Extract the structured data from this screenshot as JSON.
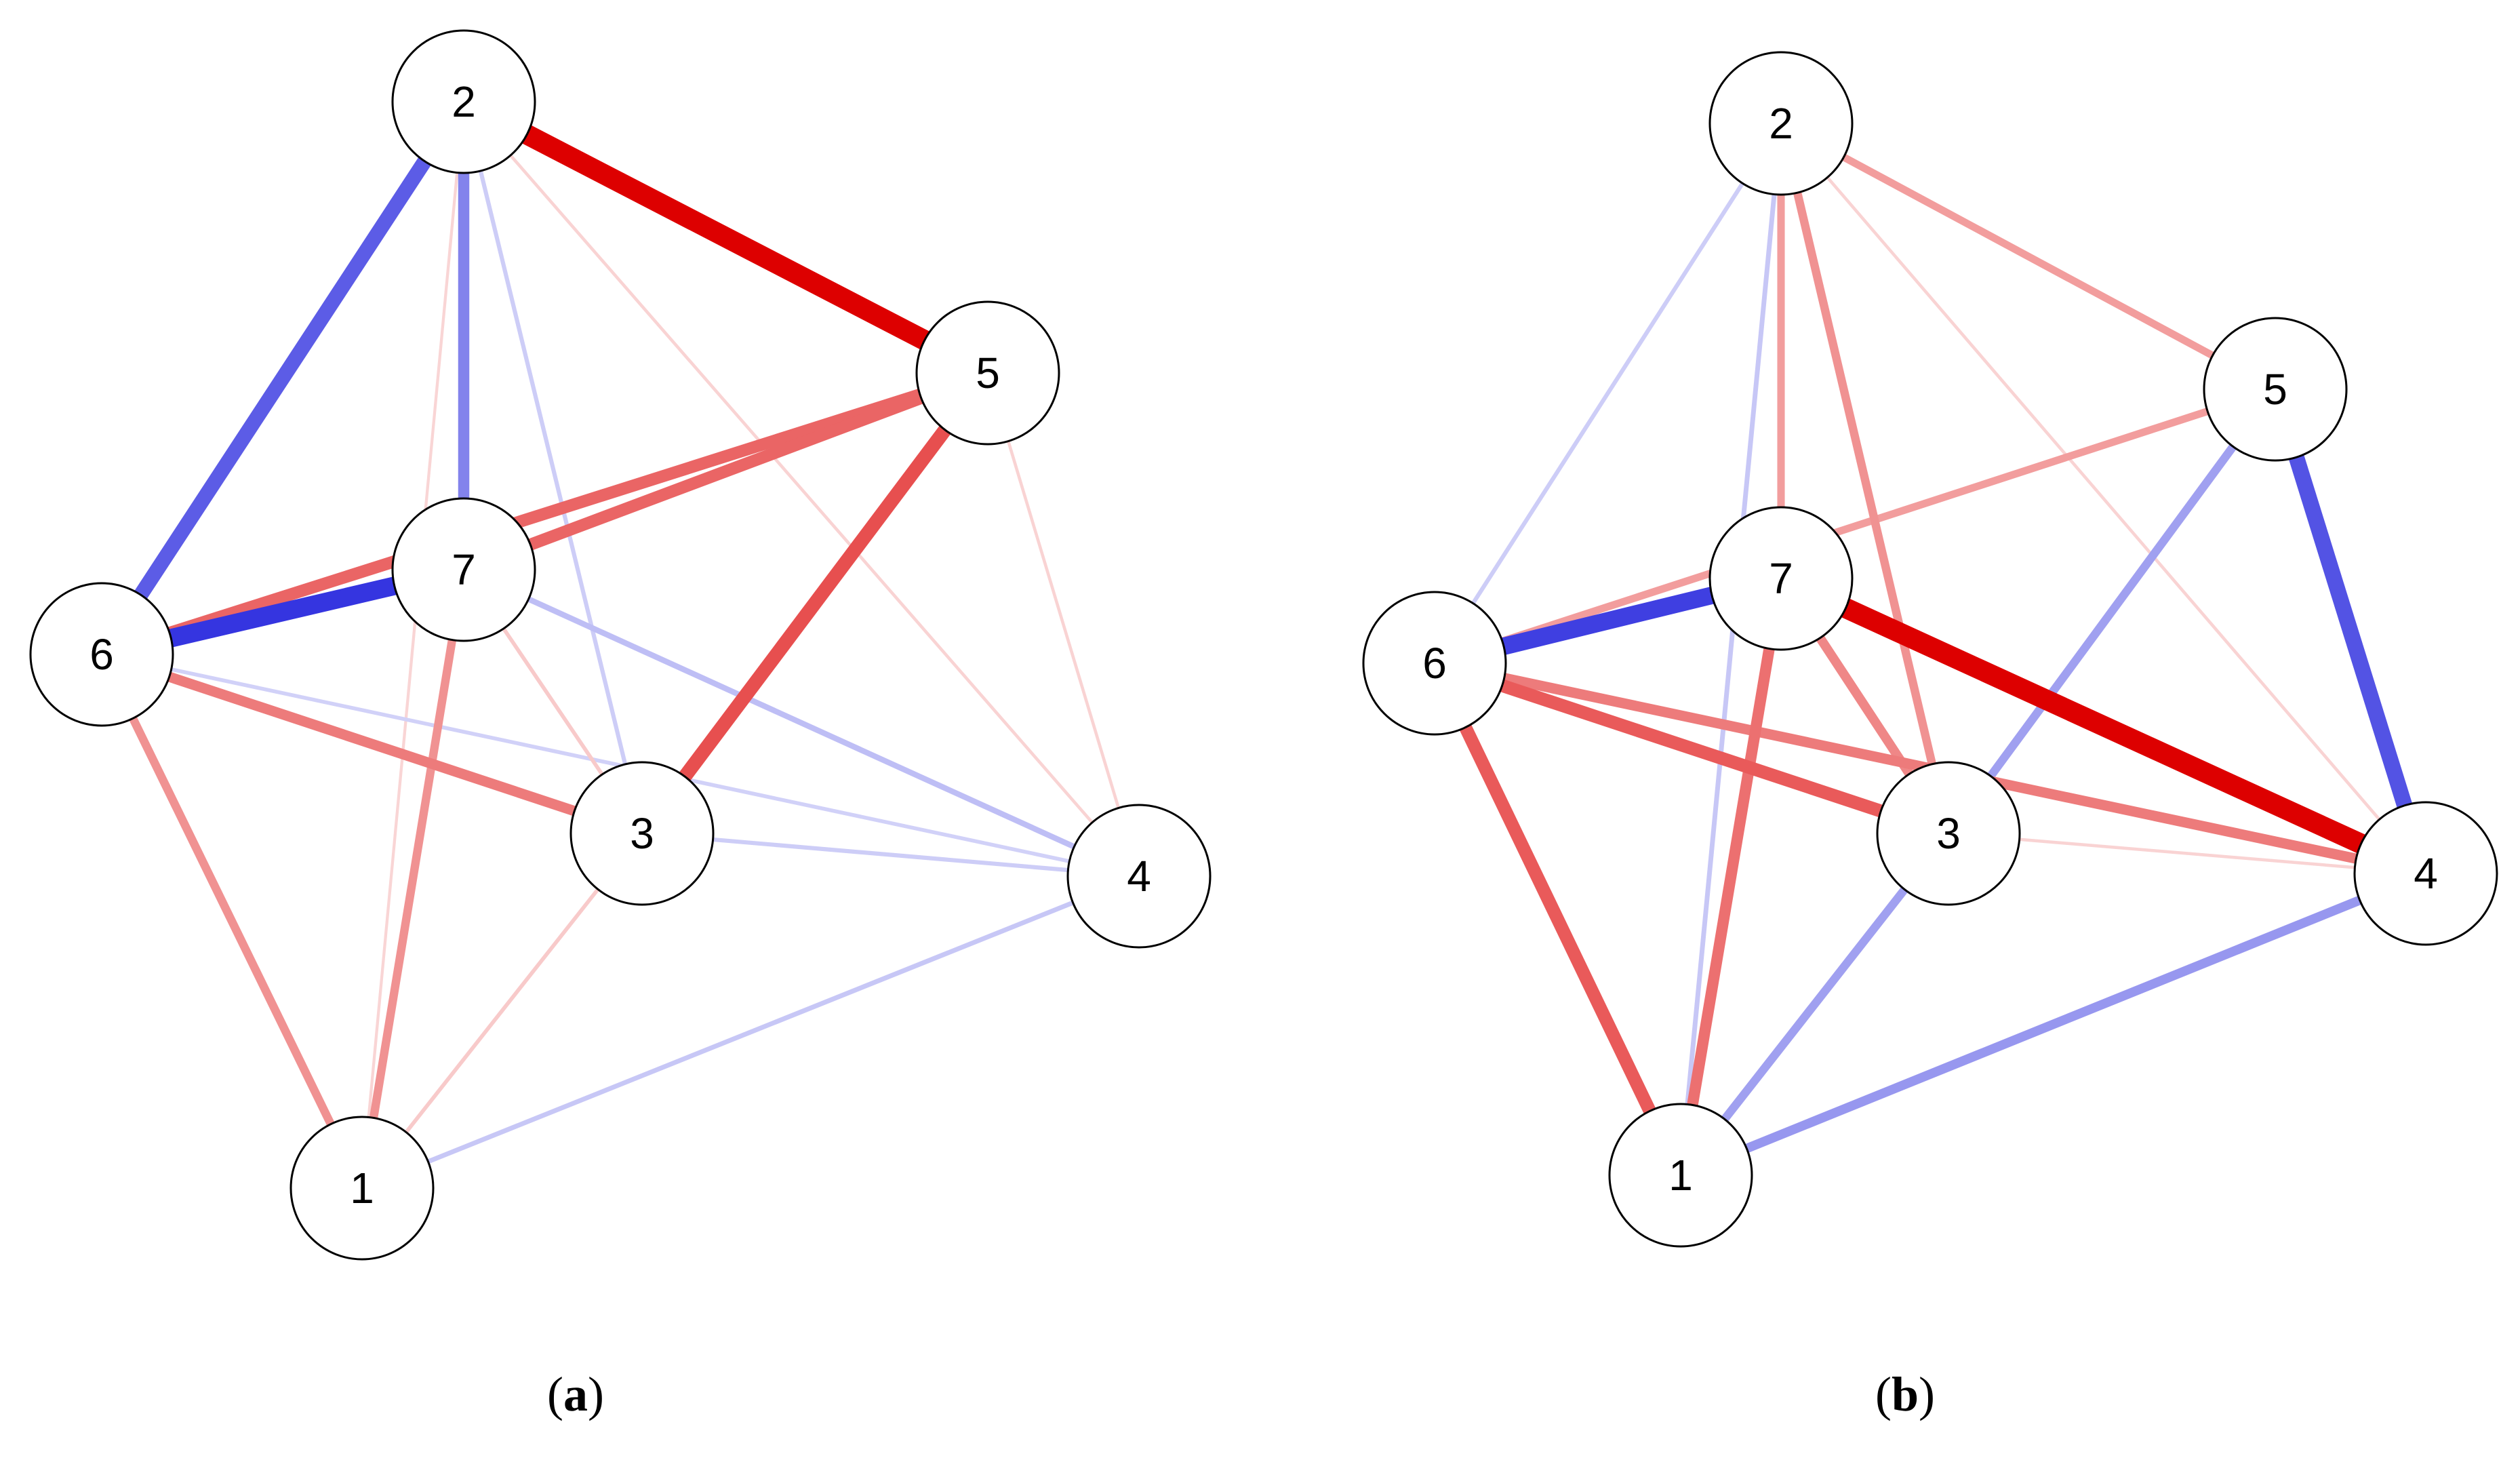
{
  "colors": {
    "positive": "#dd0000",
    "negative": "#2222dd",
    "node_fill": "#ffffff",
    "node_stroke": "#000000"
  },
  "panels": [
    {
      "id": "a",
      "caption_open": "(",
      "caption_letter": "a",
      "caption_close": ")",
      "nodes": [
        "1",
        "2",
        "3",
        "4",
        "5",
        "6",
        "7"
      ],
      "edges": [
        {
          "from": "2",
          "to": "5",
          "sign": "positive",
          "weight": 1.0
        },
        {
          "from": "2",
          "to": "6",
          "sign": "negative",
          "weight": 0.7
        },
        {
          "from": "2",
          "to": "7",
          "sign": "negative",
          "weight": 0.5
        },
        {
          "from": "2",
          "to": "3",
          "sign": "negative",
          "weight": 0.12
        },
        {
          "from": "2",
          "to": "4",
          "sign": "positive",
          "weight": 0.06
        },
        {
          "from": "6",
          "to": "7",
          "sign": "negative",
          "weight": 0.9
        },
        {
          "from": "6",
          "to": "5",
          "sign": "positive",
          "weight": 0.55
        },
        {
          "from": "7",
          "to": "5",
          "sign": "positive",
          "weight": 0.55
        },
        {
          "from": "5",
          "to": "3",
          "sign": "positive",
          "weight": 0.65
        },
        {
          "from": "5",
          "to": "4",
          "sign": "positive",
          "weight": 0.06
        },
        {
          "from": "6",
          "to": "3",
          "sign": "positive",
          "weight": 0.45
        },
        {
          "from": "6",
          "to": "1",
          "sign": "positive",
          "weight": 0.35
        },
        {
          "from": "6",
          "to": "4",
          "sign": "negative",
          "weight": 0.1
        },
        {
          "from": "7",
          "to": "1",
          "sign": "positive",
          "weight": 0.35
        },
        {
          "from": "7",
          "to": "4",
          "sign": "negative",
          "weight": 0.2
        },
        {
          "from": "7",
          "to": "3",
          "sign": "positive",
          "weight": 0.1
        },
        {
          "from": "3",
          "to": "4",
          "sign": "negative",
          "weight": 0.12
        },
        {
          "from": "3",
          "to": "1",
          "sign": "positive",
          "weight": 0.1
        },
        {
          "from": "1",
          "to": "4",
          "sign": "negative",
          "weight": 0.15
        },
        {
          "from": "2",
          "to": "1",
          "sign": "positive",
          "weight": 0.05
        }
      ]
    },
    {
      "id": "b",
      "caption_open": "(",
      "caption_letter": "b",
      "caption_close": ")",
      "nodes": [
        "1",
        "2",
        "3",
        "4",
        "5",
        "6",
        "7"
      ],
      "edges": [
        {
          "from": "7",
          "to": "4",
          "sign": "positive",
          "weight": 1.0
        },
        {
          "from": "6",
          "to": "7",
          "sign": "negative",
          "weight": 0.85
        },
        {
          "from": "5",
          "to": "4",
          "sign": "negative",
          "weight": 0.75
        },
        {
          "from": "6",
          "to": "1",
          "sign": "positive",
          "weight": 0.6
        },
        {
          "from": "6",
          "to": "3",
          "sign": "positive",
          "weight": 0.6
        },
        {
          "from": "6",
          "to": "4",
          "sign": "positive",
          "weight": 0.45
        },
        {
          "from": "7",
          "to": "1",
          "sign": "positive",
          "weight": 0.5
        },
        {
          "from": "7",
          "to": "3",
          "sign": "positive",
          "weight": 0.4
        },
        {
          "from": "2",
          "to": "3",
          "sign": "positive",
          "weight": 0.35
        },
        {
          "from": "2",
          "to": "7",
          "sign": "positive",
          "weight": 0.3
        },
        {
          "from": "2",
          "to": "5",
          "sign": "positive",
          "weight": 0.3
        },
        {
          "from": "5",
          "to": "6",
          "sign": "positive",
          "weight": 0.3
        },
        {
          "from": "5",
          "to": "3",
          "sign": "negative",
          "weight": 0.35
        },
        {
          "from": "3",
          "to": "1",
          "sign": "negative",
          "weight": 0.35
        },
        {
          "from": "1",
          "to": "4",
          "sign": "negative",
          "weight": 0.4
        },
        {
          "from": "2",
          "to": "6",
          "sign": "negative",
          "weight": 0.12
        },
        {
          "from": "2",
          "to": "1",
          "sign": "negative",
          "weight": 0.15
        },
        {
          "from": "2",
          "to": "4",
          "sign": "positive",
          "weight": 0.06
        },
        {
          "from": "3",
          "to": "4",
          "sign": "positive",
          "weight": 0.06
        }
      ]
    }
  ]
}
